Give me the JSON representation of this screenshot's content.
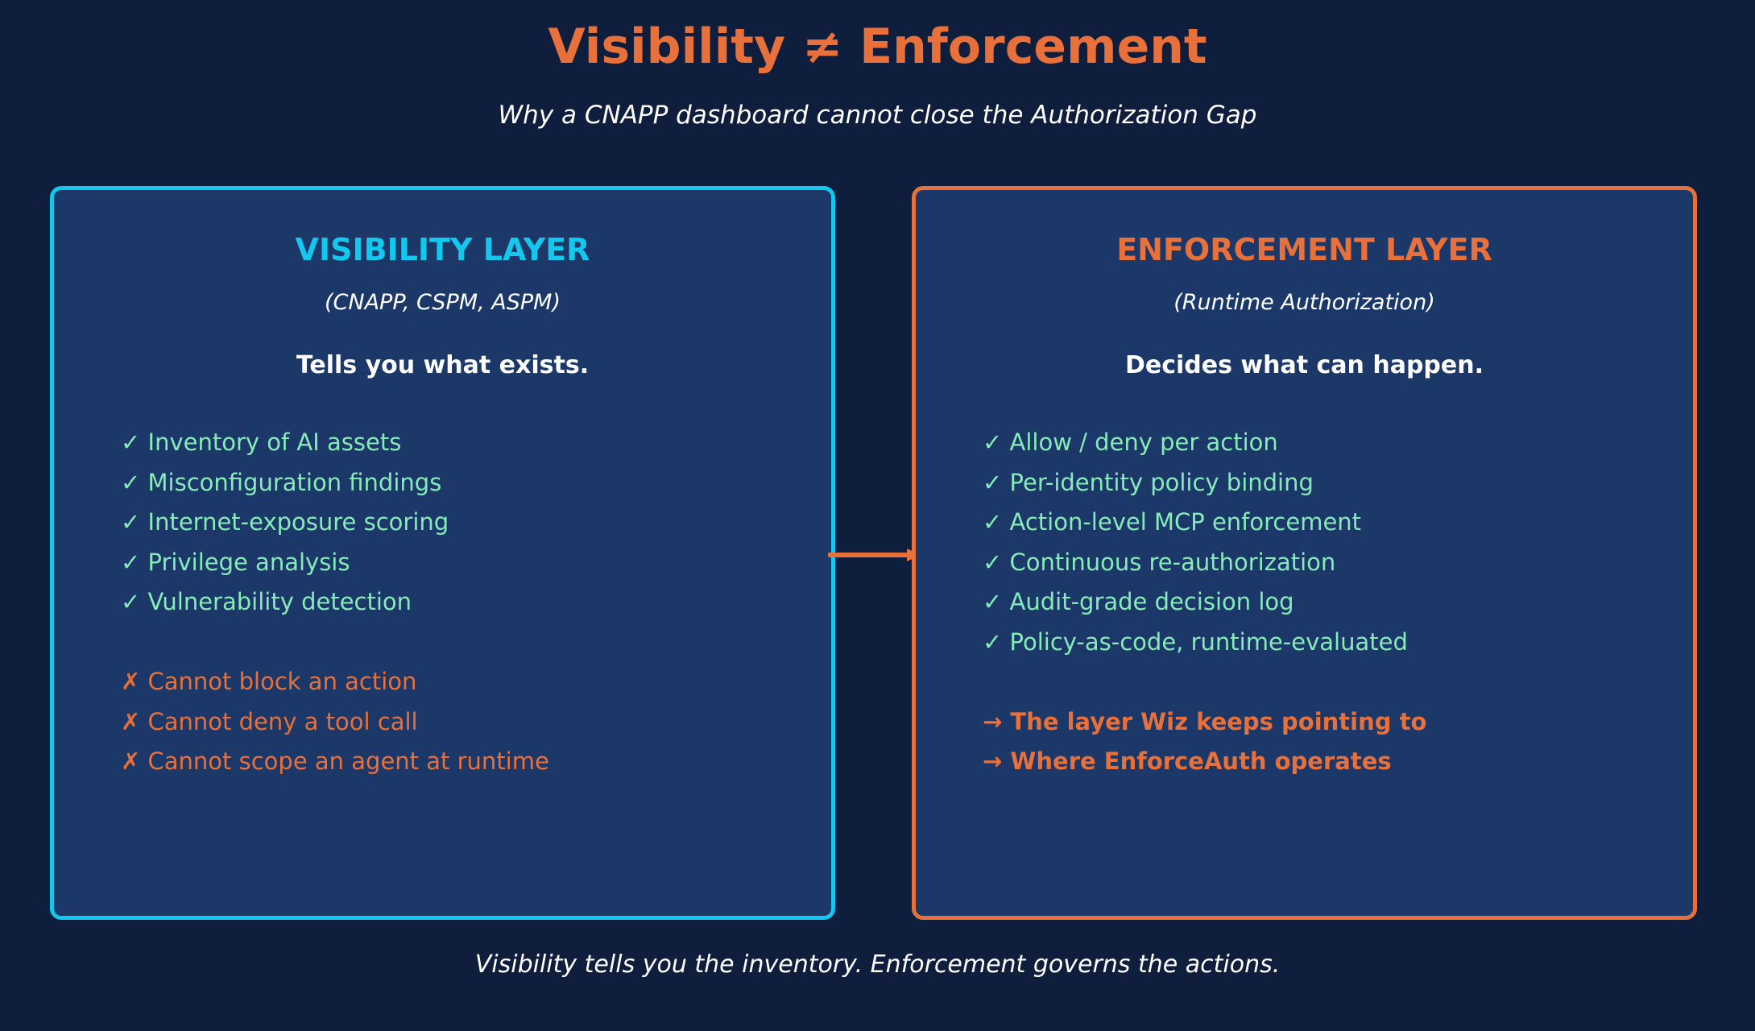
{
  "header": {
    "title": "Visibility ≠ Enforcement",
    "subtitle": "Why a CNAPP dashboard cannot close the Authorization Gap"
  },
  "visibility_panel": {
    "title": "VISIBILITY LAYER",
    "subtitle": "(CNAPP, CSPM, ASPM)",
    "tagline": "Tells you what exists.",
    "capabilities": [
      "✓ Inventory of AI assets",
      "✓ Misconfiguration findings",
      "✓ Internet-exposure scoring",
      "✓ Privilege analysis",
      "✓ Vulnerability detection"
    ],
    "limitations": [
      "✗ Cannot block an action",
      "✗ Cannot deny a tool call",
      "✗ Cannot scope an agent at runtime"
    ]
  },
  "enforcement_panel": {
    "title": "ENFORCEMENT LAYER",
    "subtitle": "(Runtime Authorization)",
    "tagline": "Decides what can happen.",
    "capabilities": [
      "✓ Allow / deny per action",
      "✓ Per-identity policy binding",
      "✓ Action-level MCP enforcement",
      "✓ Continuous re-authorization",
      "✓ Audit-grade decision log",
      "✓ Policy-as-code, runtime-evaluated"
    ],
    "callouts": [
      "→ The layer Wiz keeps pointing to",
      "→ Where EnforceAuth operates"
    ]
  },
  "footer": {
    "caption": "Visibility tells you the inventory. Enforcement governs the actions."
  },
  "colors": {
    "background": "#0e1e3c",
    "panel": "#1b3869",
    "visibility_accent": "#12c8ee",
    "enforcement_accent": "#e8703a",
    "check": "#86eab9",
    "text": "#ffffff"
  }
}
